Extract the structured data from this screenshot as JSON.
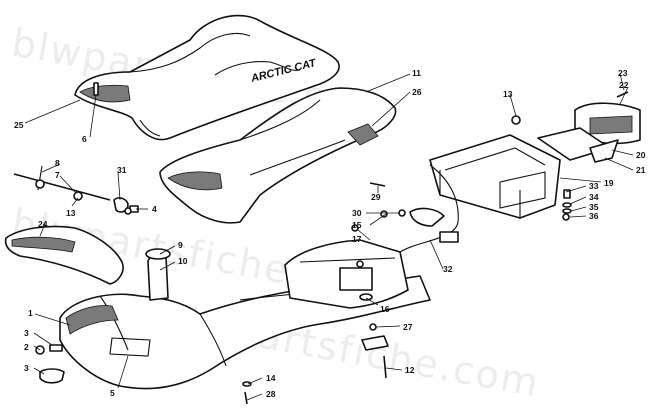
{
  "diagram": {
    "brand_text": "ARCTIC CAT",
    "watermark_text": "blwpartsfiche.com",
    "callouts": [
      {
        "id": "c1",
        "label": "1"
      },
      {
        "id": "c2",
        "label": "2"
      },
      {
        "id": "c3a",
        "label": "3"
      },
      {
        "id": "c3b",
        "label": "3"
      },
      {
        "id": "c4",
        "label": "4"
      },
      {
        "id": "c5",
        "label": "5"
      },
      {
        "id": "c6",
        "label": "6"
      },
      {
        "id": "c7",
        "label": "7"
      },
      {
        "id": "c8",
        "label": "8"
      },
      {
        "id": "c9",
        "label": "9"
      },
      {
        "id": "c10",
        "label": "10"
      },
      {
        "id": "c11",
        "label": "11"
      },
      {
        "id": "c12",
        "label": "12"
      },
      {
        "id": "c13a",
        "label": "13"
      },
      {
        "id": "c13b",
        "label": "13"
      },
      {
        "id": "c14",
        "label": "14"
      },
      {
        "id": "c15",
        "label": "15"
      },
      {
        "id": "c16",
        "label": "16"
      },
      {
        "id": "c17",
        "label": "17"
      },
      {
        "id": "c19",
        "label": "19"
      },
      {
        "id": "c20",
        "label": "20"
      },
      {
        "id": "c21",
        "label": "21"
      },
      {
        "id": "c22",
        "label": "22"
      },
      {
        "id": "c23",
        "label": "23"
      },
      {
        "id": "c24",
        "label": "24"
      },
      {
        "id": "c25",
        "label": "25"
      },
      {
        "id": "c26",
        "label": "26"
      },
      {
        "id": "c27",
        "label": "27"
      },
      {
        "id": "c28",
        "label": "28"
      },
      {
        "id": "c29",
        "label": "29"
      },
      {
        "id": "c30",
        "label": "30"
      },
      {
        "id": "c31",
        "label": "31"
      },
      {
        "id": "c32",
        "label": "32"
      },
      {
        "id": "c33",
        "label": "33"
      },
      {
        "id": "c34",
        "label": "34"
      },
      {
        "id": "c35",
        "label": "35"
      },
      {
        "id": "c36",
        "label": "36"
      }
    ]
  }
}
